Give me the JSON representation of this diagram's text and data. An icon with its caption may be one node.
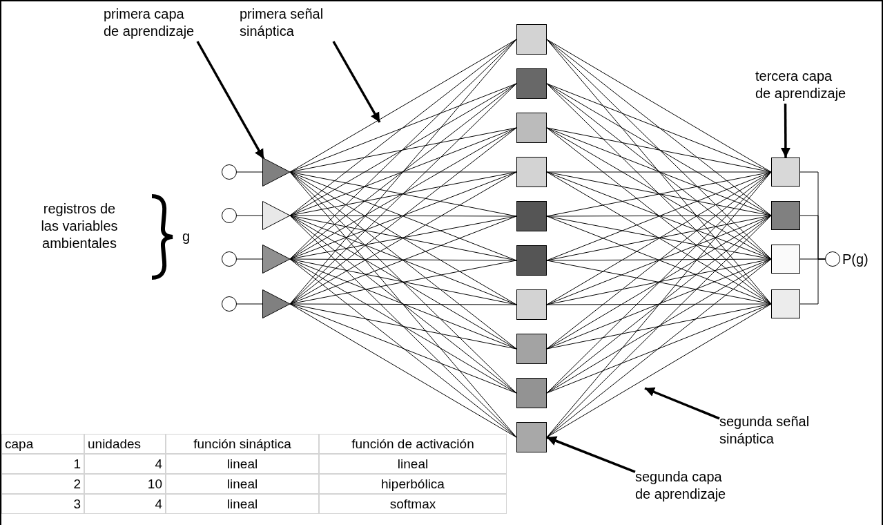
{
  "diagram": {
    "nodes": [
      {
        "text": [
          "primera capa de aprendizaje"
        ]
      },
      {
        "text": [
          "primera señal sináptica"
        ]
      },
      {
        "text": [
          "tercera capa de aprendizaje"
        ]
      },
      {
        "text": [],
        "shape": "circle"
      },
      {
        "text": [],
        "shape": "circle"
      },
      {
        "text": [],
        "shape": "circle"
      },
      {
        "text": [],
        "shape": "circle"
      },
      {
        "text": [],
        "shape": "triangle"
      },
      {
        "text": [],
        "shape": "triangle"
      },
      {
        "text": [],
        "shape": "triangle"
      },
      {
        "text": [],
        "shape": "triangle"
      },
      {
        "text": [],
        "shape": "box"
      },
      {
        "text": [],
        "shape": "box"
      },
      {
        "text": [],
        "shape": "box"
      },
      {
        "text": [],
        "shape": "box"
      },
      {
        "text": [],
        "shape": "box"
      },
      {
        "text": [],
        "shape": "box"
      },
      {
        "text": [],
        "shape": "box"
      },
      {
        "text": [],
        "shape": "box"
      },
      {
        "text": [],
        "shape": "box"
      },
      {
        "text": [],
        "shape": "box"
      },
      {
        "text": [],
        "shape": "box"
      },
      {
        "text": [],
        "shape": "box"
      },
      {
        "text": [],
        "shape": "box"
      },
      {
        "text": [],
        "shape": "box"
      },
      {
        "text": [],
        "shape": "circle",
        "beside": [
          "P(g)"
        ]
      },
      {
        "text": [
          "segunda señal sináptica"
        ]
      },
      {
        "text": [
          "segunda capa de aprendizaje"
        ]
      }
    ],
    "edges": [
      {
        "from": 3,
        "to": 7,
        "arrow": "none"
      },
      {
        "from": 4,
        "to": 8,
        "arrow": "none"
      },
      {
        "from": 5,
        "to": 9,
        "arrow": "none"
      },
      {
        "from": 6,
        "to": 10,
        "arrow": "none"
      },
      {
        "from": 7,
        "to": 11,
        "arrow": "none"
      },
      {
        "from": 7,
        "to": 12,
        "arrow": "none"
      },
      {
        "from": 7,
        "to": 13,
        "arrow": "none"
      },
      {
        "from": 7,
        "to": 14,
        "arrow": "none"
      },
      {
        "from": 7,
        "to": 15,
        "arrow": "none"
      },
      {
        "from": 7,
        "to": 16,
        "arrow": "none"
      },
      {
        "from": 7,
        "to": 17,
        "arrow": "none"
      },
      {
        "from": 7,
        "to": 18,
        "arrow": "none"
      },
      {
        "from": 7,
        "to": 19,
        "arrow": "none"
      },
      {
        "from": 7,
        "to": 20,
        "arrow": "none"
      },
      {
        "from": 8,
        "to": 11,
        "arrow": "none"
      },
      {
        "from": 8,
        "to": 12,
        "arrow": "none"
      },
      {
        "from": 8,
        "to": 13,
        "arrow": "none"
      },
      {
        "from": 8,
        "to": 14,
        "arrow": "none"
      },
      {
        "from": 8,
        "to": 15,
        "arrow": "none"
      },
      {
        "from": 8,
        "to": 16,
        "arrow": "none"
      },
      {
        "from": 8,
        "to": 17,
        "arrow": "none"
      },
      {
        "from": 8,
        "to": 18,
        "arrow": "none"
      },
      {
        "from": 8,
        "to": 19,
        "arrow": "none"
      },
      {
        "from": 8,
        "to": 20,
        "arrow": "none"
      },
      {
        "from": 9,
        "to": 11,
        "arrow": "none"
      },
      {
        "from": 9,
        "to": 12,
        "arrow": "none"
      },
      {
        "from": 9,
        "to": 13,
        "arrow": "none"
      },
      {
        "from": 9,
        "to": 14,
        "arrow": "none"
      },
      {
        "from": 9,
        "to": 15,
        "arrow": "none"
      },
      {
        "from": 9,
        "to": 16,
        "arrow": "none"
      },
      {
        "from": 9,
        "to": 17,
        "arrow": "none"
      },
      {
        "from": 9,
        "to": 18,
        "arrow": "none"
      },
      {
        "from": 9,
        "to": 19,
        "arrow": "none"
      },
      {
        "from": 9,
        "to": 20,
        "arrow": "none"
      },
      {
        "from": 10,
        "to": 11,
        "arrow": "none"
      },
      {
        "from": 10,
        "to": 12,
        "arrow": "none"
      },
      {
        "from": 10,
        "to": 13,
        "arrow": "none"
      },
      {
        "from": 10,
        "to": 14,
        "arrow": "none"
      },
      {
        "from": 10,
        "to": 15,
        "arrow": "none"
      },
      {
        "from": 10,
        "to": 16,
        "arrow": "none"
      },
      {
        "from": 10,
        "to": 17,
        "arrow": "none"
      },
      {
        "from": 10,
        "to": 18,
        "arrow": "none"
      },
      {
        "from": 10,
        "to": 19,
        "arrow": "none"
      },
      {
        "from": 10,
        "to": 20,
        "arrow": "none"
      },
      {
        "from": 11,
        "to": 21,
        "arrow": "none"
      },
      {
        "from": 11,
        "to": 22,
        "arrow": "none"
      },
      {
        "from": 11,
        "to": 23,
        "arrow": "none"
      },
      {
        "from": 11,
        "to": 24,
        "arrow": "none"
      },
      {
        "from": 12,
        "to": 21,
        "arrow": "none"
      },
      {
        "from": 12,
        "to": 22,
        "arrow": "none"
      },
      {
        "from": 12,
        "to": 23,
        "arrow": "none"
      },
      {
        "from": 12,
        "to": 24,
        "arrow": "none"
      },
      {
        "from": 13,
        "to": 21,
        "arrow": "none"
      },
      {
        "from": 13,
        "to": 22,
        "arrow": "none"
      },
      {
        "from": 13,
        "to": 23,
        "arrow": "none"
      },
      {
        "from": 13,
        "to": 24,
        "arrow": "none"
      },
      {
        "from": 14,
        "to": 21,
        "arrow": "none"
      },
      {
        "from": 14,
        "to": 22,
        "arrow": "none"
      },
      {
        "from": 14,
        "to": 23,
        "arrow": "none"
      },
      {
        "from": 14,
        "to": 24,
        "arrow": "none"
      },
      {
        "from": 15,
        "to": 21,
        "arrow": "none"
      },
      {
        "from": 15,
        "to": 22,
        "arrow": "none"
      },
      {
        "from": 15,
        "to": 23,
        "arrow": "none"
      },
      {
        "from": 15,
        "to": 24,
        "arrow": "none"
      },
      {
        "from": 16,
        "to": 21,
        "arrow": "none"
      },
      {
        "from": 16,
        "to": 22,
        "arrow": "none"
      },
      {
        "from": 16,
        "to": 23,
        "arrow": "none"
      },
      {
        "from": 16,
        "to": 24,
        "arrow": "none"
      },
      {
        "from": 17,
        "to": 21,
        "arrow": "none"
      },
      {
        "from": 17,
        "to": 22,
        "arrow": "none"
      },
      {
        "from": 17,
        "to": 23,
        "arrow": "none"
      },
      {
        "from": 17,
        "to": 24,
        "arrow": "none"
      },
      {
        "from": 18,
        "to": 21,
        "arrow": "none"
      },
      {
        "from": 18,
        "to": 22,
        "arrow": "none"
      },
      {
        "from": 18,
        "to": 23,
        "arrow": "none"
      },
      {
        "from": 18,
        "to": 24,
        "arrow": "none"
      },
      {
        "from": 19,
        "to": 21,
        "arrow": "none"
      },
      {
        "from": 19,
        "to": 22,
        "arrow": "none"
      },
      {
        "from": 19,
        "to": 23,
        "arrow": "none"
      },
      {
        "from": 19,
        "to": 24,
        "arrow": "none"
      },
      {
        "from": 20,
        "to": 21,
        "arrow": "none"
      },
      {
        "from": 20,
        "to": 22,
        "arrow": "none"
      },
      {
        "from": 20,
        "to": 23,
        "arrow": "none"
      },
      {
        "from": 20,
        "to": 24,
        "arrow": "none"
      },
      {
        "from": 21,
        "to": 25,
        "arrow": "none"
      },
      {
        "from": 22,
        "to": 25,
        "arrow": "none"
      },
      {
        "from": 23,
        "to": 25,
        "arrow": "none"
      },
      {
        "from": 24,
        "to": 25,
        "arrow": "none"
      },
      {
        "from": 0,
        "to": 7,
        "arrow": "to",
        "style": "thick"
      },
      {
        "from": 1,
        "to": null,
        "arrow": "to",
        "style": "thick"
      },
      {
        "from": 2,
        "to": 21,
        "arrow": "to",
        "style": "thick"
      },
      {
        "from": 26,
        "to": null,
        "arrow": "to",
        "style": "thick"
      },
      {
        "from": 27,
        "to": 20,
        "arrow": "to",
        "style": "thick"
      }
    ],
    "labels": [
      "registros de las variables ambientales",
      "g",
      "capa",
      "unidades",
      "función sináptica",
      "función de activación",
      "1",
      "4",
      "lineal",
      "lineal",
      "2",
      "10",
      "lineal",
      "hiperbólica",
      "3",
      "4",
      "lineal",
      "softmax"
    ]
  }
}
